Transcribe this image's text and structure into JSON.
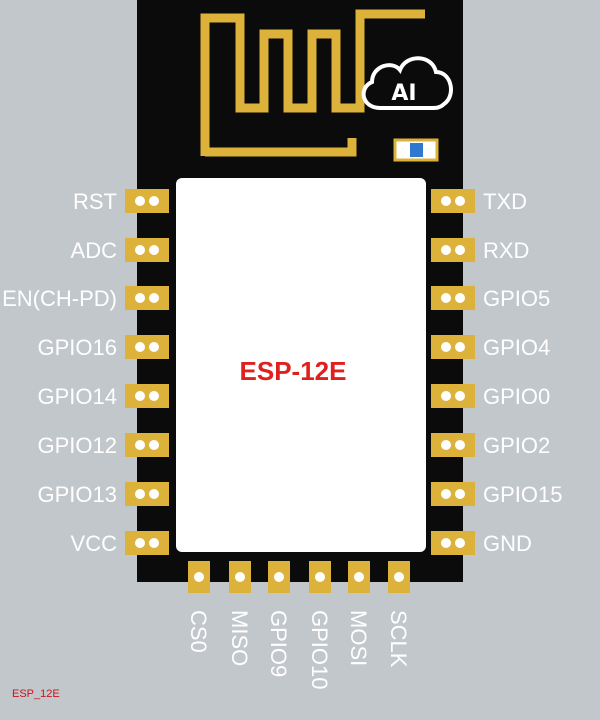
{
  "module": {
    "chip_label": "ESP-12E",
    "logo_text": "AI",
    "caption": "ESP_12E"
  },
  "pins": {
    "left": [
      "RST",
      "ADC",
      "EN(CH-PD)",
      "GPIO16",
      "GPIO14",
      "GPIO12",
      "GPIO13",
      "VCC"
    ],
    "right": [
      "TXD",
      "RXD",
      "GPIO5",
      "GPIO4",
      "GPIO0",
      "GPIO2",
      "GPIO15",
      "GND"
    ],
    "bottom": [
      "CS0",
      "MISO",
      "GPIO9",
      "GPIO10",
      "MOSI",
      "SCLK"
    ]
  },
  "colors": {
    "board": "#0b0b0b",
    "pad_gold": "#dcb23a",
    "shield": "#ffffff",
    "background": "#c2c7cc",
    "chip_label": "#e0201f",
    "led": "#2f78d0"
  }
}
